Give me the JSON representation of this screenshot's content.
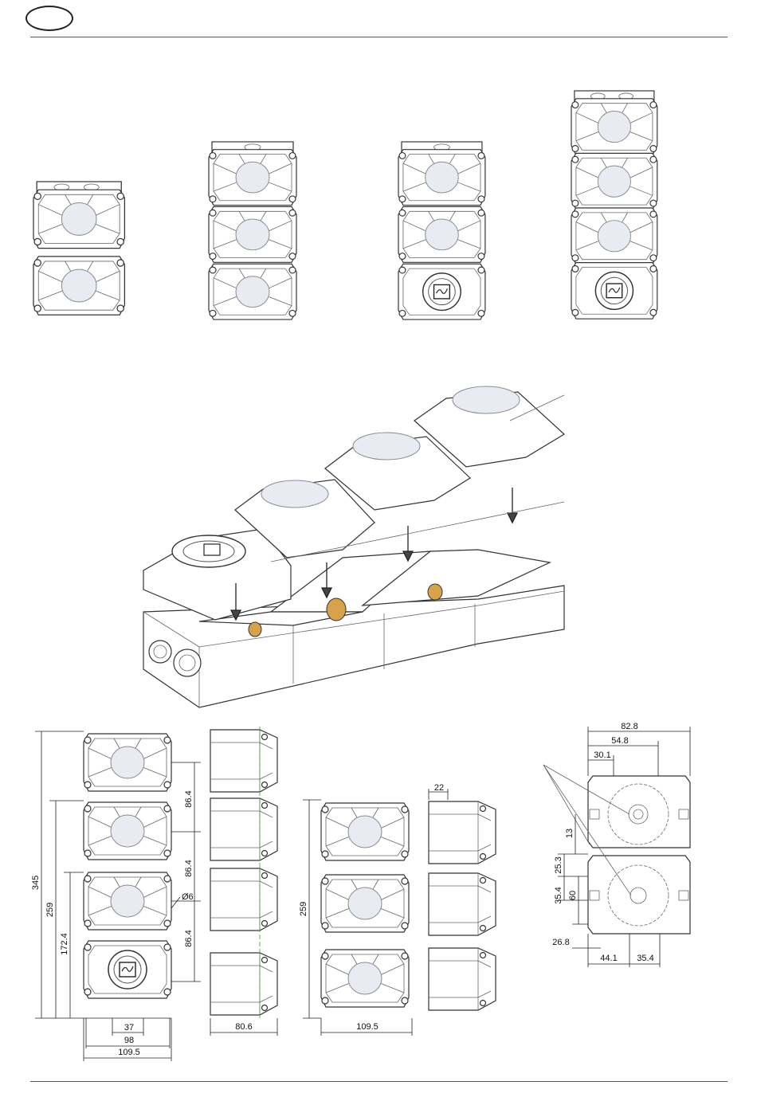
{
  "page": {
    "colors": {
      "line": "#333333",
      "dome": "#e9ebf2",
      "brass": "#d7a24a"
    }
  },
  "front_view": {
    "overall_height": "345",
    "height_3": "259",
    "height_2": "172.4",
    "module_pitch_1": "86.4",
    "module_pitch_2": "86.4",
    "module_pitch_3": "86.4",
    "hole_diameter": "Ø6",
    "bottom_37": "37",
    "bottom_98": "98",
    "bottom_109": "109.5"
  },
  "side_view": {
    "depth": "80.6"
  },
  "front_view_3": {
    "height": "259",
    "width": "109.5"
  },
  "side_view_3": {
    "offset": "22"
  },
  "mounting_view": {
    "w_82_8": "82.8",
    "w_54_8": "54.8",
    "w_30_1": "30.1",
    "h_13": "13",
    "h_25_3": "25.3",
    "h_35_4": "35.4",
    "h_60": "60",
    "b_26_8": "26.8",
    "b_44_1": "44.1",
    "b_35_4": "35.4"
  }
}
